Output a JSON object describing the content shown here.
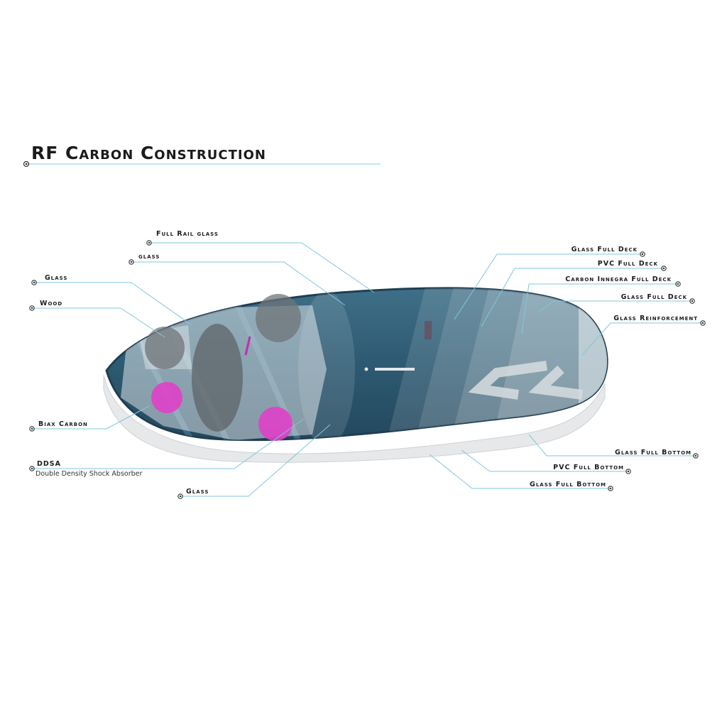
{
  "title": "RF Carbon Construction",
  "colors": {
    "leader_line": "#7ec8da",
    "board_deck": "#2d5a72",
    "board_rim": "#1f3e52",
    "ddsa_pad": "#e040c8",
    "title_underline": "#7ec8da"
  },
  "labels_left": {
    "full_rail_glass": "Full Rail glass",
    "glass_top": "glass",
    "glass_nose": "Glass",
    "wood": "Wood",
    "biax_carbon": "Biax Carbon",
    "ddsa": "DDSA",
    "ddsa_full": "Double Density Shock Absorber",
    "glass_bottom_left": "Glass"
  },
  "labels_right": {
    "glass_full_deck_1": "Glass Full Deck",
    "pvc_full_deck": "PVC Full Deck",
    "carbon_innegra_full_deck": "Carbon Innegra Full Deck",
    "glass_full_deck_2": "Glass Full Deck",
    "glass_reinforcement": "Glass Reinforcement",
    "glass_full_bottom_1": "Glass Full Bottom",
    "pvc_full_bottom": "PVC Full Bottom",
    "glass_full_bottom_2": "Glass Full Bottom"
  }
}
